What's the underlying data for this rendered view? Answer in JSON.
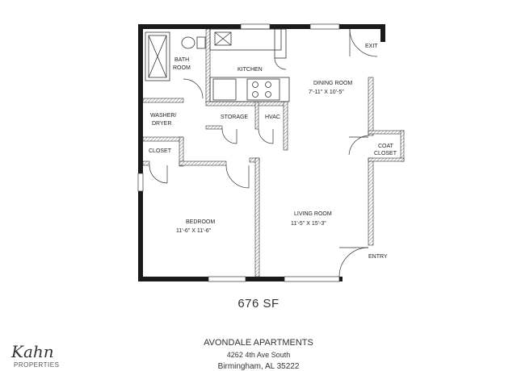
{
  "rooms": {
    "bath": {
      "line1": "BATH",
      "line2": "ROOM"
    },
    "kitchen": "KITCHEN",
    "dining": {
      "name": "DINING ROOM",
      "dims": "7'-11\" X 10'-5\""
    },
    "washer": {
      "line1": "WASHER/",
      "line2": "DRYER"
    },
    "storage": "STORAGE",
    "hvac": "HVAC",
    "closet": "CLOSET",
    "coat_closet": {
      "line1": "COAT",
      "line2": "CLOSET"
    },
    "bedroom": {
      "name": "BEDROOM",
      "dims": "11'-6\" X 11'-6\""
    },
    "living": {
      "name": "LIVING ROOM",
      "dims": "11'-5\" X 15'-3\""
    },
    "exit": "EXIT",
    "entry": "ENTRY"
  },
  "area": "676 SF",
  "address": {
    "name": "AVONDALE APARTMENTS",
    "street": "4262 4th Ave South",
    "city": "Birmingham, AL 35222"
  },
  "logo": {
    "name": "Kahn",
    "sub": "PROPERTIES"
  },
  "colors": {
    "wall": "#1a1a1a",
    "hatch": "#777777",
    "line": "#333333"
  }
}
